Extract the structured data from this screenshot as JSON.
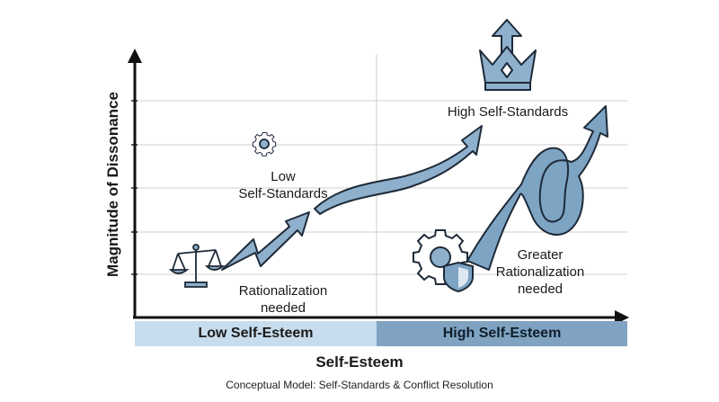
{
  "axes": {
    "y_label": "Magnitude of Dissonance",
    "x_label": "Self-Esteem"
  },
  "bands": {
    "low": "Low Self-Esteem",
    "high": "High Self-Esteem"
  },
  "labels": {
    "low_self_standards": [
      "Low",
      "Self-Standards"
    ],
    "high_self_standards": "High Self-Standards",
    "rationalization_needed": [
      "Rationalization",
      "needed"
    ],
    "greater_rationalization": [
      "Greater",
      "Rationalization",
      "needed"
    ]
  },
  "caption": "Conceptual Model: Self-Standards & Conflict Resolution",
  "colors": {
    "arrow_fill": "#8fb0cc",
    "arrow_dark": "#6c93b5",
    "outline": "#1e2a38",
    "grid": "#cfcfcf",
    "band_low": "#c7dcec",
    "band_high": "#7fa3c1"
  },
  "icons": [
    "balance-scale-icon",
    "gear-icon",
    "crown-icon",
    "gear-shield-icon"
  ]
}
